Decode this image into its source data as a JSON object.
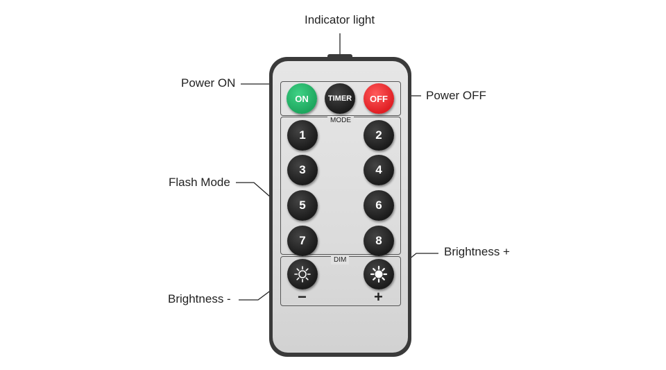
{
  "callouts": {
    "indicator": "Indicator light",
    "power_on": "Power ON",
    "power_off": "Power OFF",
    "flash_mode": "Flash Mode",
    "brightness_up": "Brightness +",
    "brightness_down": "Brightness -"
  },
  "remote": {
    "on_label": "ON",
    "timer_label": "TIMER",
    "off_label": "OFF",
    "mode_label": "MODE",
    "dim_label": "DIM",
    "minus_sign": "−",
    "plus_sign": "+",
    "mode_buttons": [
      "1",
      "2",
      "3",
      "4",
      "5",
      "6",
      "7",
      "8"
    ],
    "dim_down_icon": "sun-outline-icon",
    "dim_up_icon": "sun-filled-icon"
  },
  "colors": {
    "on_button": "#1ea65e",
    "off_button": "#e01f24",
    "dark_button": "#1b1b1b",
    "body": "#3a3a3a",
    "face": "#dcdcdc"
  }
}
